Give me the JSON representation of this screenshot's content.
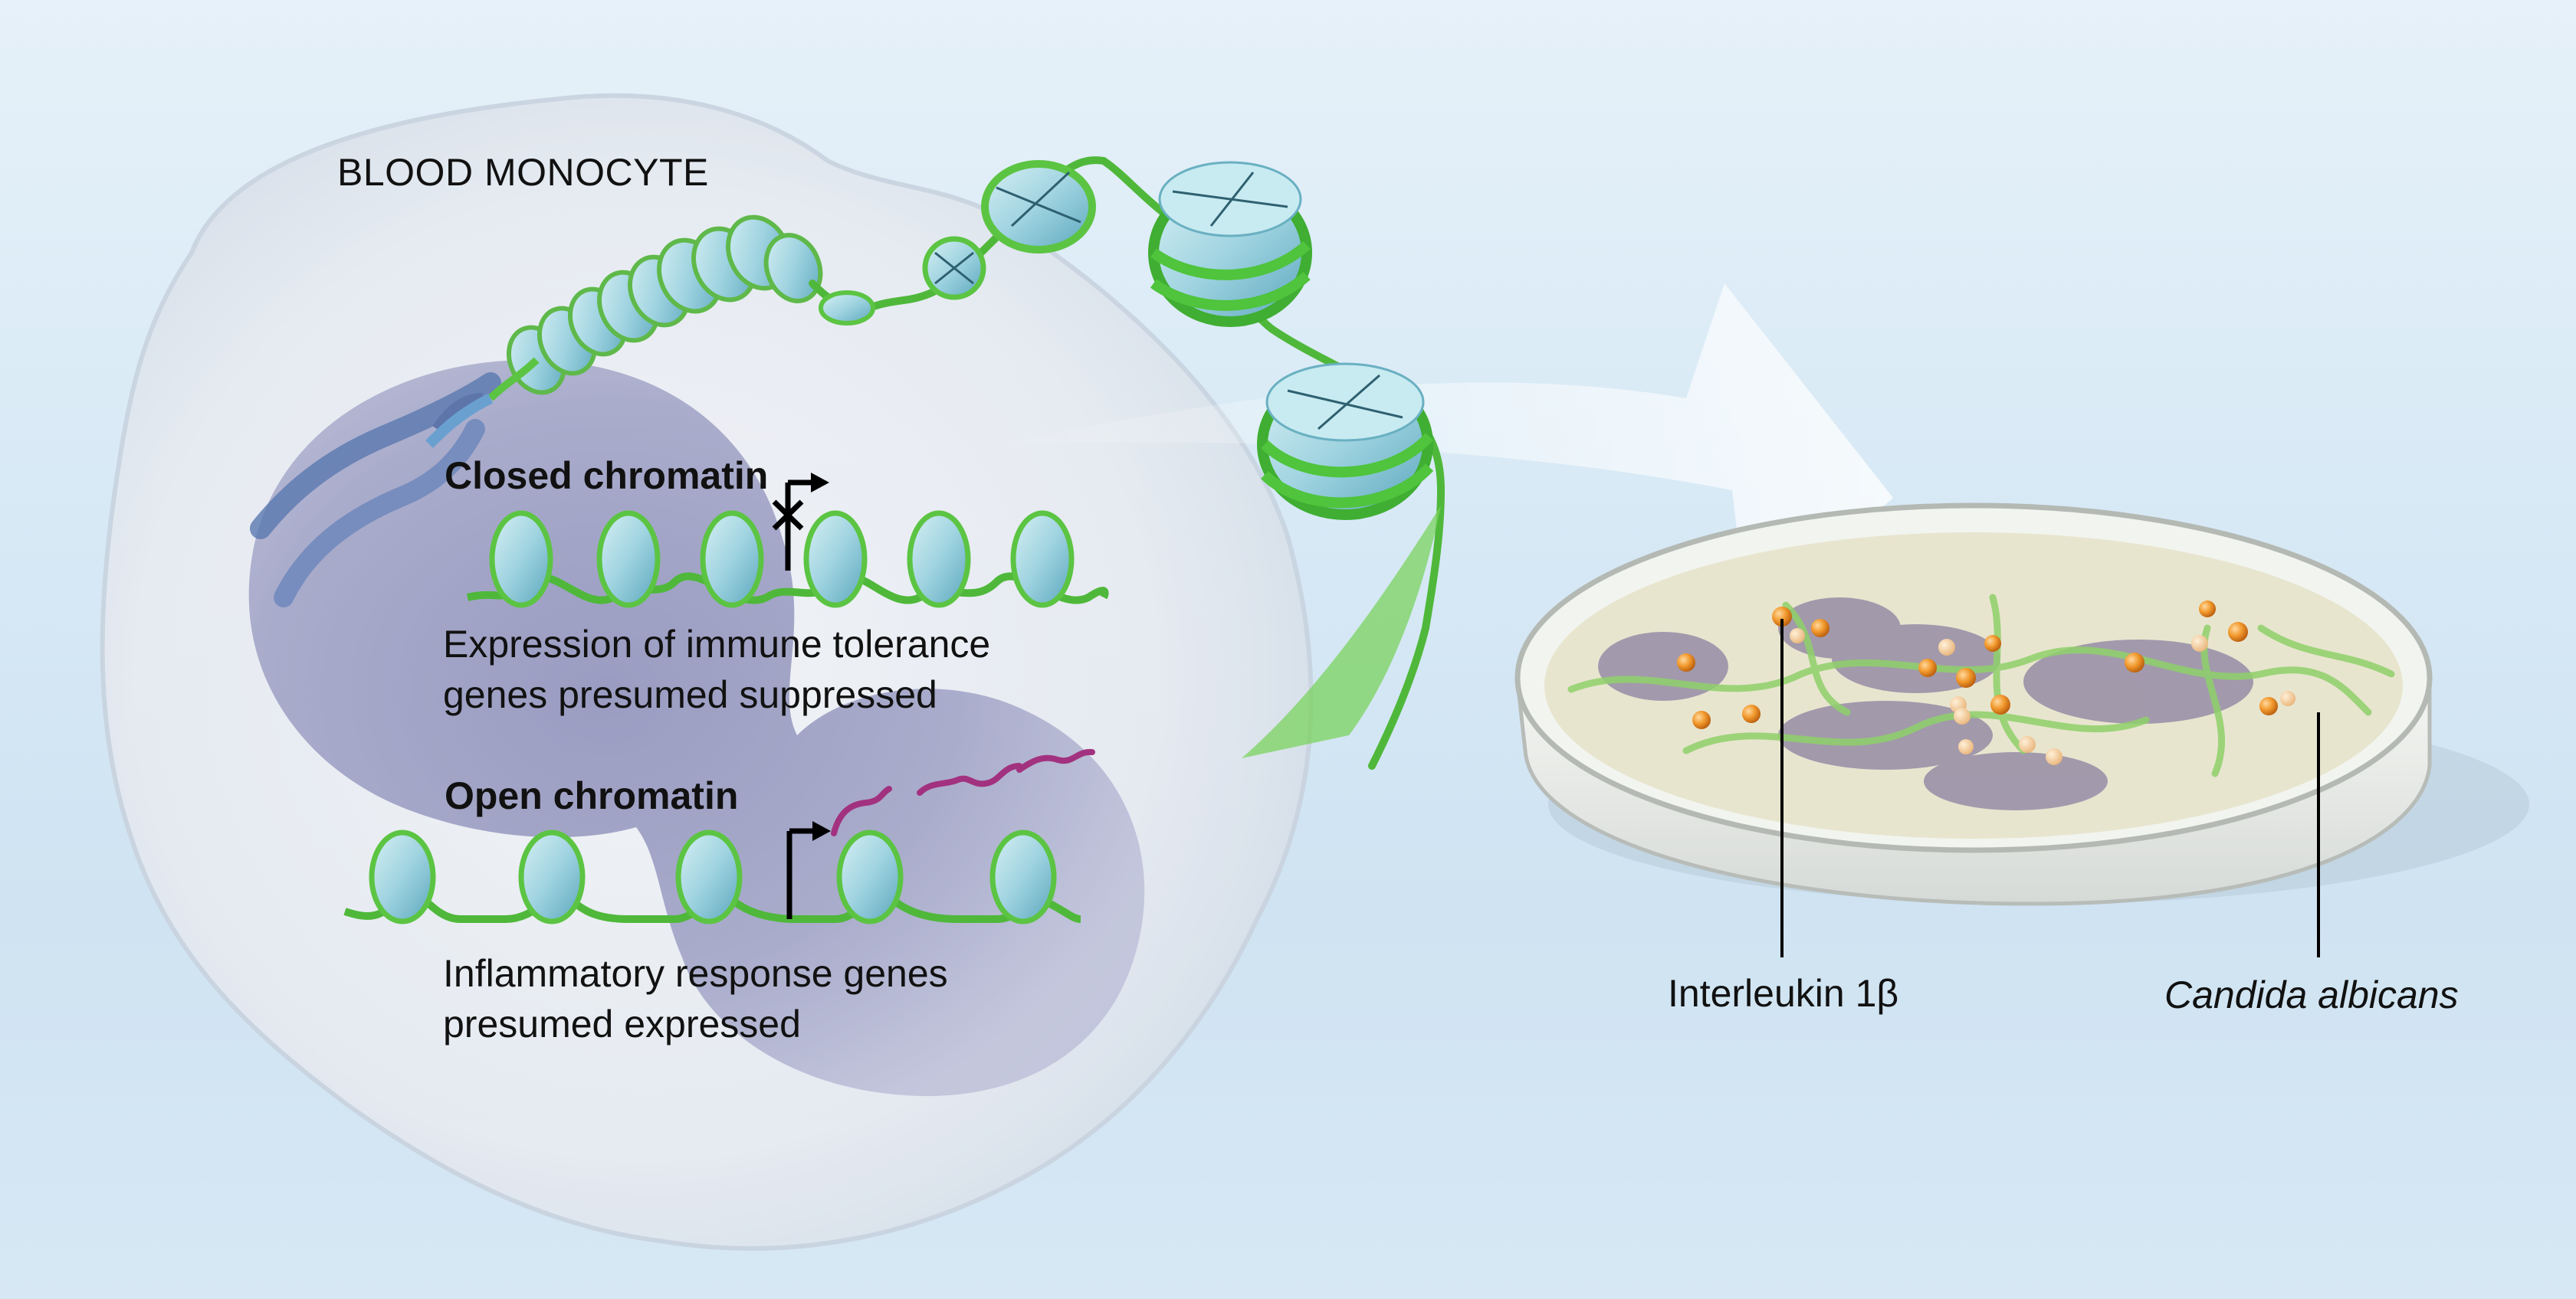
{
  "labels": {
    "cell_title": "BLOOD MONOCYTE",
    "closed_heading": "Closed chromatin",
    "closed_desc_line1": "Expression of immune tolerance",
    "closed_desc_line2": "genes presumed suppressed",
    "open_heading": "Open chromatin",
    "open_desc_line1": "Inflammatory response genes",
    "open_desc_line2": "presumed expressed",
    "interleukin": "Interleukin 1β",
    "candida": "Candida albicans"
  },
  "colors": {
    "background": "#d9eaf6",
    "cell_membrane": "#e9eef4",
    "nucleus": "#8f8fb8",
    "dna_green": "#5cc443",
    "nucleosome": "#a9dbe6",
    "mrna": "#a2327f",
    "cytokine_orange": "#e8821e",
    "dish": "#eef1ee"
  }
}
